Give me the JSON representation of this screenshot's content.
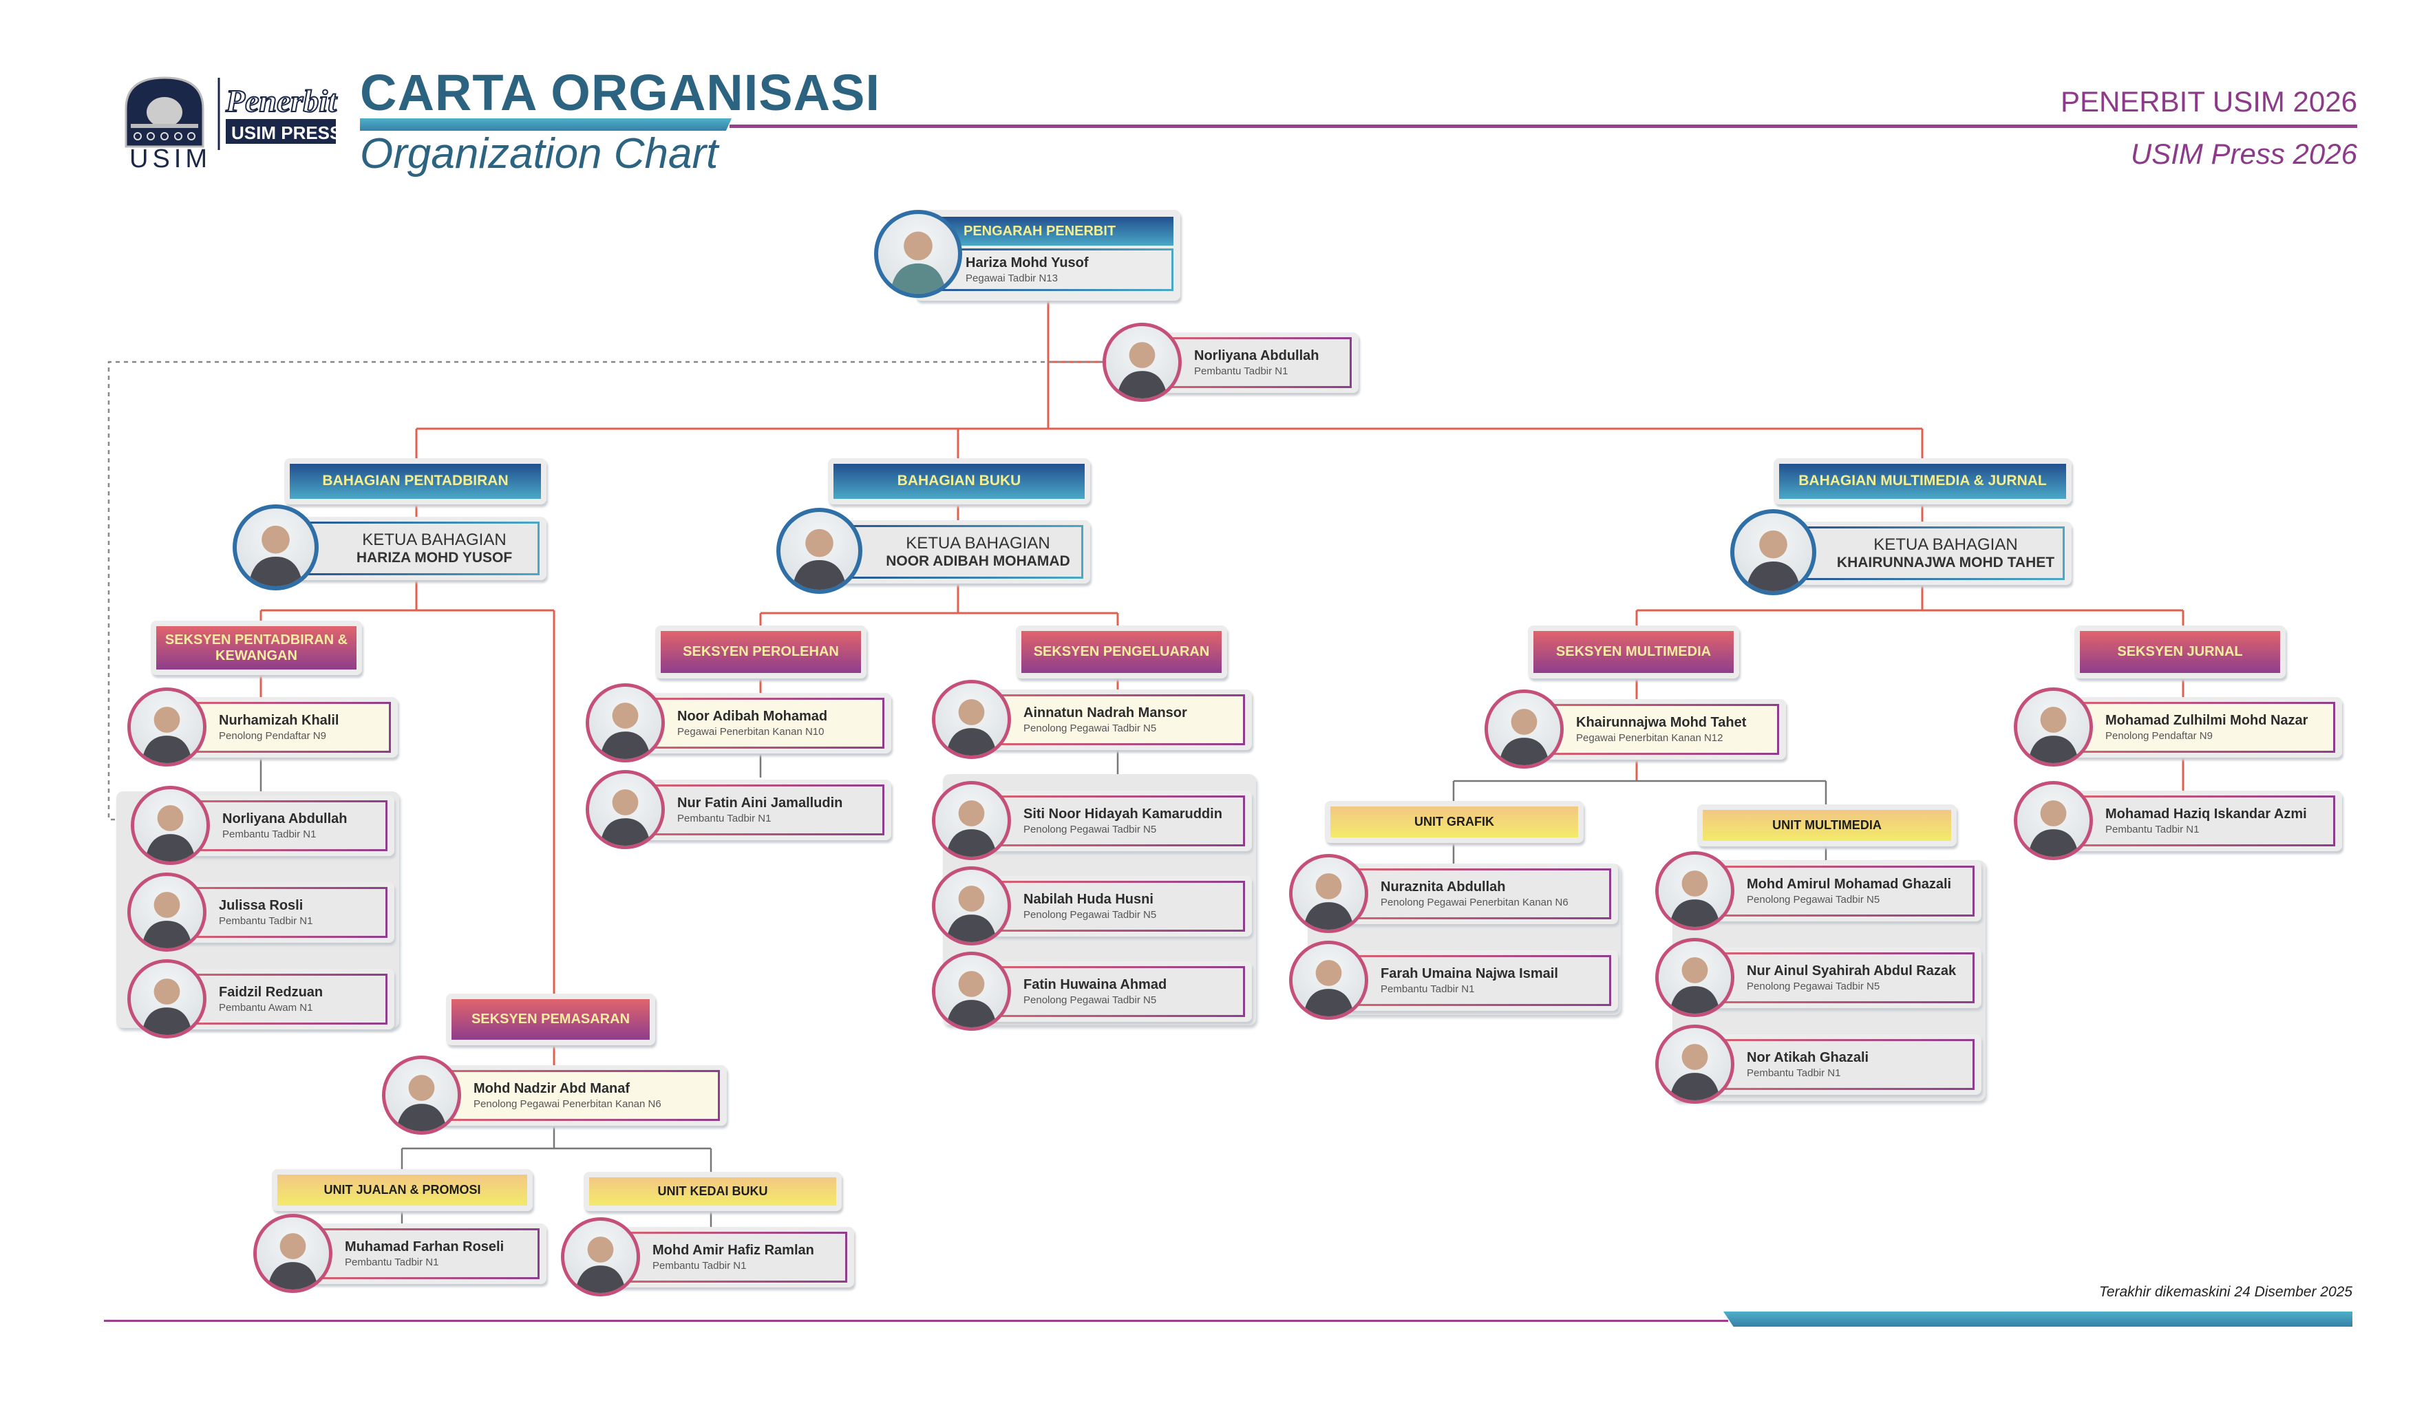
{
  "header": {
    "title_main": "CARTA ORGANISASI",
    "title_sub": "Organization Chart",
    "right_main": "PENERBIT USIM 2026",
    "right_sub": "USIM Press 2026",
    "logo": {
      "usim": "USIM",
      "penerbit": "Penerbit",
      "press": "USIM PRESS"
    }
  },
  "director": {
    "role": "PENGARAH PENERBIT",
    "name": "Hariza Mohd Yusof",
    "title": "Pegawai Tadbir N13"
  },
  "assistant": {
    "name": "Norliyana Abdullah",
    "title": "Pembantu Tadbir N1",
    "highlight": false
  },
  "divisions": [
    {
      "label": "BAHAGIAN PENTADBIRAN",
      "head_role": "KETUA BAHAGIAN",
      "head_name": "HARIZA MOHD YUSOF"
    },
    {
      "label": "BAHAGIAN BUKU",
      "head_role": "KETUA BAHAGIAN",
      "head_name": "NOOR ADIBAH MOHAMAD"
    },
    {
      "label": "BAHAGIAN MULTIMEDIA & JURNAL",
      "head_role": "KETUA BAHAGIAN",
      "head_name": "KHAIRUNNAJWA MOHD TAHET"
    }
  ],
  "sections": [
    "SEKSYEN PENTADBIRAN & KEWANGAN",
    "SEKSYEN PEROLEHAN",
    "SEKSYEN PENGELUARAN",
    "SEKSYEN MULTIMEDIA",
    "SEKSYEN JURNAL",
    "SEKSYEN PEMASARAN"
  ],
  "units": [
    "UNIT JUALAN & PROMOSI",
    "UNIT KEDAI BUKU",
    "UNIT GRAFIK",
    "UNIT MULTIMEDIA"
  ],
  "people": [
    {
      "name": "Nurhamizah Khalil",
      "title": "Penolong Pendaftar N9",
      "highlight": true
    },
    {
      "name": "Norliyana Abdullah",
      "title": "Pembantu Tadbir N1",
      "highlight": false
    },
    {
      "name": "Julissa Rosli",
      "title": "Pembantu Tadbir N1",
      "highlight": false
    },
    {
      "name": "Faidzil Redzuan",
      "title": "Pembantu Awam N1",
      "highlight": false
    },
    {
      "name": "Mohd Nadzir Abd Manaf",
      "title": "Penolong Pegawai Penerbitan Kanan N6",
      "highlight": true
    },
    {
      "name": "Muhamad Farhan Roseli",
      "title": "Pembantu Tadbir N1",
      "highlight": false
    },
    {
      "name": "Mohd Amir Hafiz Ramlan",
      "title": "Pembantu Tadbir N1",
      "highlight": false
    },
    {
      "name": "Noor Adibah Mohamad",
      "title": "Pegawai Penerbitan Kanan N10",
      "highlight": true
    },
    {
      "name": "Nur Fatin Aini Jamalludin",
      "title": "Pembantu Tadbir N1",
      "highlight": false
    },
    {
      "name": "Ainnatun Nadrah Mansor",
      "title": "Penolong Pegawai Tadbir N5",
      "highlight": true
    },
    {
      "name": "Siti Noor Hidayah Kamaruddin",
      "title": "Penolong Pegawai Tadbir N5",
      "highlight": false
    },
    {
      "name": "Nabilah Huda Husni",
      "title": "Penolong Pegawai Tadbir N5",
      "highlight": false
    },
    {
      "name": "Fatin Huwaina Ahmad",
      "title": "Penolong Pegawai Tadbir N5",
      "highlight": false
    },
    {
      "name": "Khairunnajwa Mohd Tahet",
      "title": "Pegawai Penerbitan Kanan N12",
      "highlight": true
    },
    {
      "name": "Nuraznita Abdullah",
      "title": "Penolong Pegawai Penerbitan Kanan N6",
      "highlight": false
    },
    {
      "name": "Farah Umaina Najwa Ismail",
      "title": "Pembantu Tadbir N1",
      "highlight": false
    },
    {
      "name": "Mohd Amirul Mohamad Ghazali",
      "title": "Penolong Pegawai Tadbir N5",
      "highlight": false
    },
    {
      "name": "Nur Ainul Syahirah Abdul Razak",
      "title": "Penolong Pegawai Tadbir N5",
      "highlight": false
    },
    {
      "name": "Nor Atikah Ghazali",
      "title": "Pembantu Tadbir N1",
      "highlight": false
    },
    {
      "name": "Mohamad Zulhilmi Mohd Nazar",
      "title": "Penolong Pendaftar N9",
      "highlight": true
    },
    {
      "name": "Mohamad Haziq Iskandar Azmi",
      "title": "Pembantu Tadbir N1",
      "highlight": false
    }
  ],
  "footer": {
    "updated": "Terakhir dikemaskini 24 Disember 2025"
  },
  "colors": {
    "blue": "#2b6380",
    "magenta": "#8e3a8a",
    "connector": "#e0604f",
    "gold": "#f5ee8f"
  }
}
